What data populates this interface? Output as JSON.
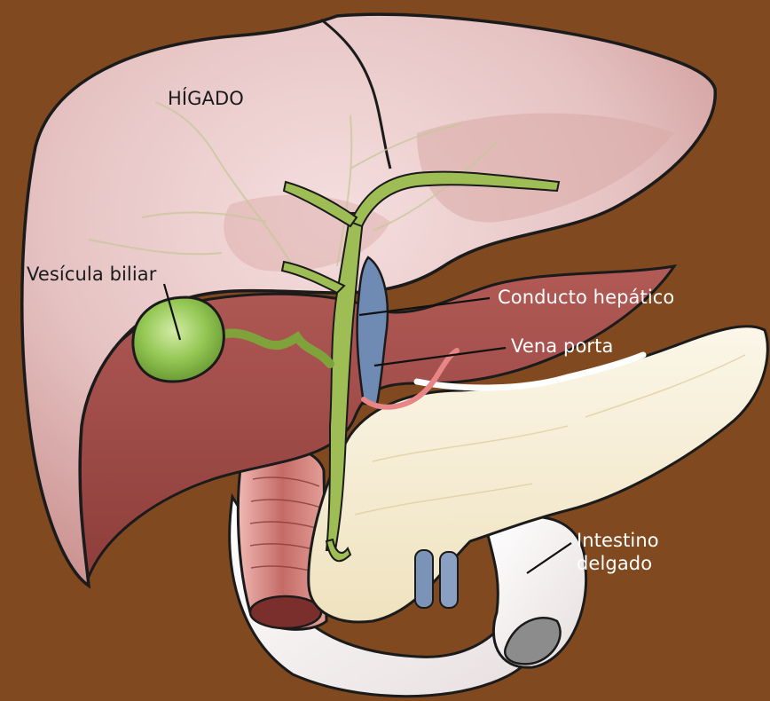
{
  "diagram": {
    "colors": {
      "background": "#80491f",
      "liver": "#e9c8c8",
      "liver_shadow": "#b9625d",
      "gallbladder": "#8ec44f",
      "bile_duct": "#9ebe55",
      "pancreas": "#f5ecd3",
      "portal_vein": "#6f8bb4",
      "intestine": "#f3eeee",
      "colon": "#c56b66",
      "artery": "#e88586"
    },
    "labels": {
      "liver": "HÍGADO",
      "gallbladder": "Vesícula biliar",
      "hepatic_duct": "Conducto hepático",
      "portal_vein": "Vena porta",
      "intestine_line1": "Intestino",
      "intestine_line2": "delgado"
    }
  }
}
